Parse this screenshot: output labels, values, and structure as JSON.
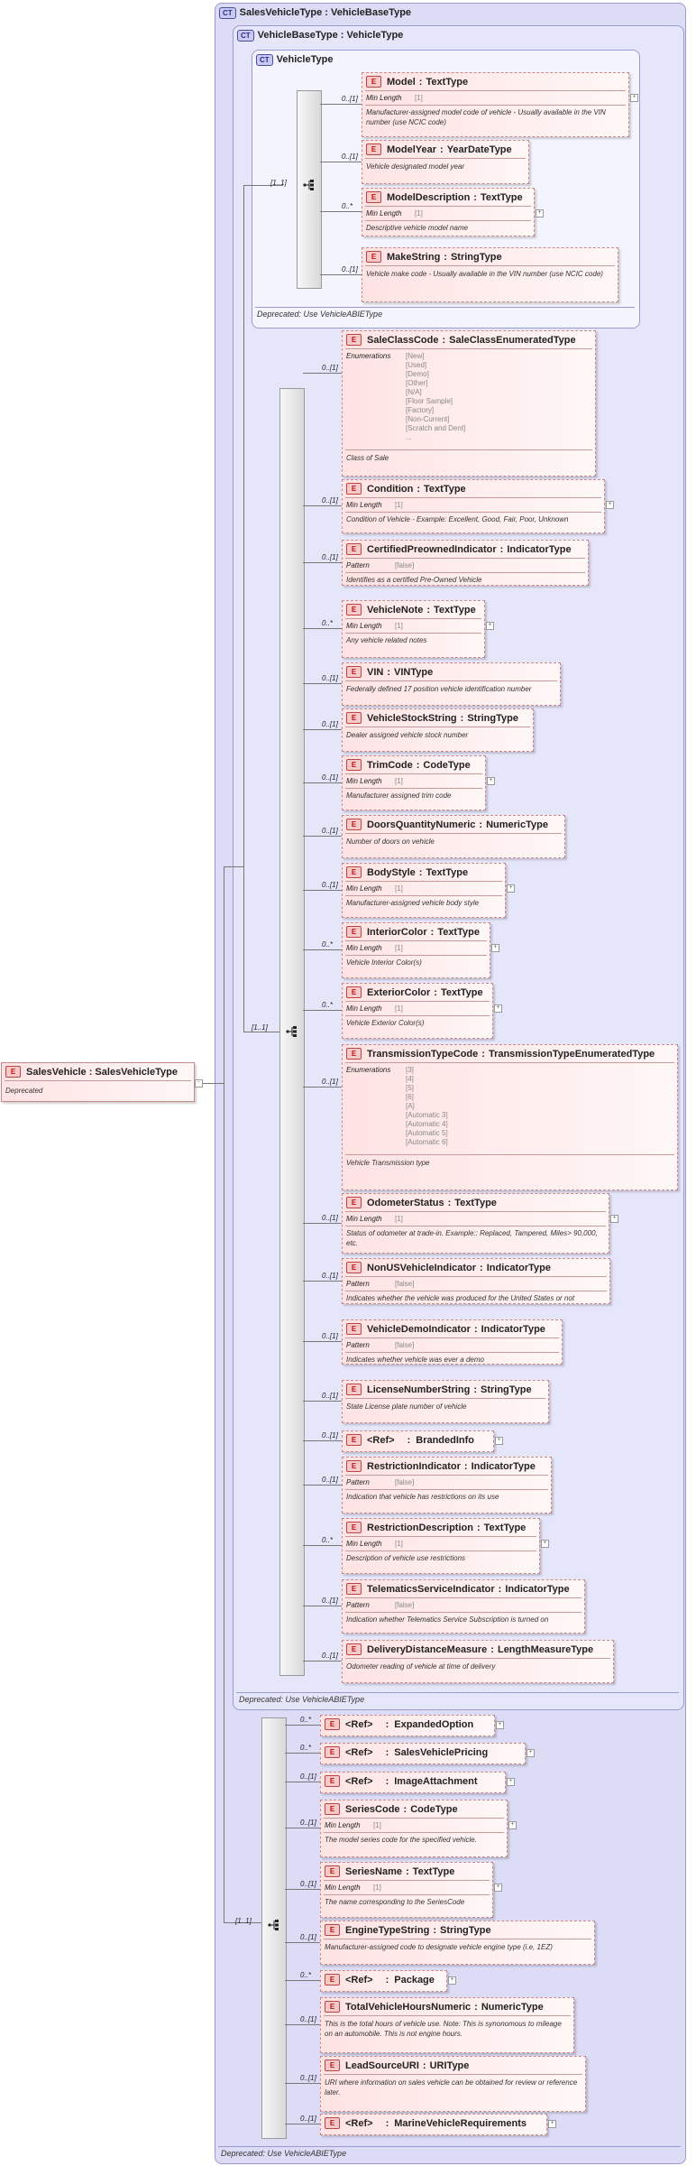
{
  "root": {
    "name": "SalesVehicle : SalesVehicleType",
    "deprecated": "Deprecated"
  },
  "ct_outer": {
    "badge": "CT",
    "title": "SalesVehicleType : VehicleBaseType",
    "deprecated": "Deprecated: Use VehicleABIEType"
  },
  "ct_mid": {
    "badge": "CT",
    "title": "VehicleBaseType : VehicleType",
    "deprecated": "Deprecated: Use VehicleABIEType"
  },
  "ct_inner": {
    "badge": "CT",
    "title": "VehicleType",
    "deprecated": "Deprecated: Use VehicleABIEType"
  },
  "seq_occurs": {
    "outer_ext": "[1..1]",
    "mid_ext": "[1..1]",
    "inner": "[1..1]"
  },
  "badge_element": "E",
  "facet_labels": {
    "min_length": "Min Length",
    "pattern": "Pattern",
    "enumerations": "Enumerations"
  },
  "vehicle_type_elements": [
    {
      "name": "Model",
      "type": "TextType",
      "occurs": "0..[1]",
      "facet": "Min Length",
      "facet_value": "[1]",
      "desc": "Manufacturer-assigned model code of vehicle - Usually available in the VIN number (use NCIC code)"
    },
    {
      "name": "ModelYear",
      "type": "YearDateType",
      "occurs": "0..[1]",
      "desc": "Vehicle designated model year"
    },
    {
      "name": "ModelDescription",
      "type": "TextType",
      "occurs": "0..*",
      "facet": "Min Length",
      "facet_value": "[1]",
      "desc": "Descriptive vehicle model name"
    },
    {
      "name": "MakeString",
      "type": "StringType",
      "occurs": "0..[1]",
      "desc": "Vehicle make code - Usually available in the VIN number (use NCIC code)"
    }
  ],
  "base_type_elements": [
    {
      "name": "SaleClassCode",
      "type": "SaleClassEnumeratedType",
      "occurs": "0..[1]",
      "facet": "Enumerations",
      "enum_values": [
        "[New]",
        "[Used]",
        "[Demo]",
        "[Other]",
        "[N/A]",
        "[Floor Sample]",
        "[Factory]",
        "[Non-Current]",
        "[Scratch and Dent]",
        "..."
      ],
      "desc": "Class of Sale"
    },
    {
      "name": "Condition",
      "type": "TextType",
      "occurs": "0..[1]",
      "facet": "Min Length",
      "facet_value": "[1]",
      "desc": "Condition of Vehicle - Example: Excellent, Good, Fair, Poor, Unknown"
    },
    {
      "name": "CertifiedPreownedIndicator",
      "type": "IndicatorType",
      "occurs": "0..[1]",
      "facet": "Pattern",
      "facet_value": "[false]",
      "desc": "Identifies as a certified Pre-Owned Vehicle"
    },
    {
      "name": "VehicleNote",
      "type": "TextType",
      "occurs": "0..*",
      "facet": "Min Length",
      "facet_value": "[1]",
      "desc": "Any vehicle related notes"
    },
    {
      "name": "VIN",
      "type": "VINType",
      "occurs": "0..[1]",
      "desc": "Federally defined 17 position vehicle identification number"
    },
    {
      "name": "VehicleStockString",
      "type": "StringType",
      "occurs": "0..[1]",
      "desc": "Dealer assigned vehicle stock number"
    },
    {
      "name": "TrimCode",
      "type": "CodeType",
      "occurs": "0..[1]",
      "facet": "Min Length",
      "facet_value": "[1]",
      "desc": "Manufacturer assigned trim code"
    },
    {
      "name": "DoorsQuantityNumeric",
      "type": "NumericType",
      "occurs": "0..[1]",
      "desc": "Number of doors on vehicle"
    },
    {
      "name": "BodyStyle",
      "type": "TextType",
      "occurs": "0..[1]",
      "facet": "Min Length",
      "facet_value": "[1]",
      "desc": "Manufacturer-assigned vehicle body style"
    },
    {
      "name": "InteriorColor",
      "type": "TextType",
      "occurs": "0..*",
      "facet": "Min Length",
      "facet_value": "[1]",
      "desc": "Vehicle Interior Color(s)"
    },
    {
      "name": "ExteriorColor",
      "type": "TextType",
      "occurs": "0..*",
      "facet": "Min Length",
      "facet_value": "[1]",
      "desc": "Vehicle Exterior Color(s)"
    },
    {
      "name": "TransmissionTypeCode",
      "type": "TransmissionTypeEnumeratedType",
      "occurs": "0..[1]",
      "facet": "Enumerations",
      "enum_values": [
        "[3]",
        "[4]",
        "[5]",
        "[6]",
        "[A]",
        "[Automatic 3]",
        "[Automatic 4]",
        "[Automatic 5]",
        "[Automatic 6]"
      ],
      "desc": "Vehicle Transmission type"
    },
    {
      "name": "OdometerStatus",
      "type": "TextType",
      "occurs": "0..[1]",
      "facet": "Min Length",
      "facet_value": "[1]",
      "desc": "Status of odometer at trade-in. Example:: Replaced, Tampered, Miles> 90,000, etc."
    },
    {
      "name": "NonUSVehicleIndicator",
      "type": "IndicatorType",
      "occurs": "0..[1]",
      "facet": "Pattern",
      "facet_value": "[false]",
      "desc": "Indicates whether the vehicle was produced for the United States or not"
    },
    {
      "name": "VehicleDemoIndicator",
      "type": "IndicatorType",
      "occurs": "0..[1]",
      "facet": "Pattern",
      "facet_value": "[false]",
      "desc": "Indicates whether vehicle was ever a demo"
    },
    {
      "name": "LicenseNumberString",
      "type": "StringType",
      "occurs": "0..[1]",
      "desc": "State License plate number of vehicle"
    },
    {
      "name": "<Ref>",
      "type": "BrandedInfo",
      "occurs": "0..[1]",
      "is_ref": true
    },
    {
      "name": "RestrictionIndicator",
      "type": "IndicatorType",
      "occurs": "0..[1]",
      "facet": "Pattern",
      "facet_value": "[false]",
      "desc": "Indication that vehicle has restrictions on its use"
    },
    {
      "name": "RestrictionDescription",
      "type": "TextType",
      "occurs": "0..*",
      "facet": "Min Length",
      "facet_value": "[1]",
      "desc": "Description of vehicle use restrictions"
    },
    {
      "name": "TelematicsServiceIndicator",
      "type": "IndicatorType",
      "occurs": "0..[1]",
      "facet": "Pattern",
      "facet_value": "[false]",
      "desc": "Indication whether Telematics Service Subscription is turned on"
    },
    {
      "name": "DeliveryDistanceMeasure",
      "type": "LengthMeasureType",
      "occurs": "0..[1]",
      "desc": "Odometer reading of vehicle at time of delivery"
    }
  ],
  "sales_type_elements": [
    {
      "name": "<Ref>",
      "type": "ExpandedOption",
      "occurs": "0..*",
      "is_ref": true
    },
    {
      "name": "<Ref>",
      "type": "SalesVehiclePricing",
      "occurs": "0..*",
      "is_ref": true
    },
    {
      "name": "<Ref>",
      "type": "ImageAttachment",
      "occurs": "0..[1]",
      "is_ref": true
    },
    {
      "name": "SeriesCode",
      "type": "CodeType",
      "occurs": "0..[1]",
      "facet": "Min Length",
      "facet_value": "[1]",
      "desc": "The model series code for the specified vehicle."
    },
    {
      "name": "SeriesName",
      "type": "TextType",
      "occurs": "0..[1]",
      "facet": "Min Length",
      "facet_value": "[1]",
      "desc": "The name corresponding to the SeriesCode"
    },
    {
      "name": "EngineTypeString",
      "type": "StringType",
      "occurs": "0..[1]",
      "desc": "Manufacturer-assigned code to designate vehicle engine type (i.e, 1EZ)"
    },
    {
      "name": "<Ref>",
      "type": "Package",
      "occurs": "0..*",
      "is_ref": true
    },
    {
      "name": "TotalVehicleHoursNumeric",
      "type": "NumericType",
      "occurs": "0..[1]",
      "desc": "This is the total hours of vehicle use. Note: This is synonomous to mileage on an automobile. This is not engine hours."
    },
    {
      "name": "LeadSourceURI",
      "type": "URIType",
      "occurs": "0..[1]",
      "desc": "URI where information on sales vehicle can be obtained for review or reference later."
    },
    {
      "name": "<Ref>",
      "type": "MarineVehicleRequirements",
      "occurs": "0..[1]",
      "is_ref": true
    }
  ]
}
